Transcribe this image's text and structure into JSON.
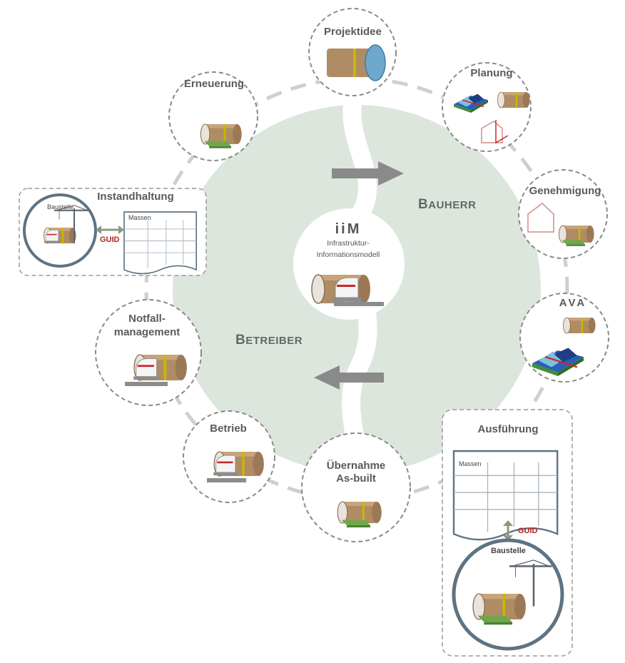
{
  "center": {
    "acronym": "iiM",
    "title_line1": "Infrastruktur-",
    "title_line2": "Informationsmodell"
  },
  "roles": {
    "bauherr": {
      "first": "B",
      "rest": "AUHERR"
    },
    "betreiber": {
      "first": "B",
      "rest": "ETREIBER"
    }
  },
  "phases": {
    "projektidee": "Projektidee",
    "planung": "Planung",
    "genehmigung": "Genehmigung",
    "ava": "AVA",
    "ausfuehrung": "Ausführung",
    "uebernahme_line1": "Übernahme",
    "uebernahme_line2": "As-built",
    "betrieb": "Betrieb",
    "notfall_line1": "Notfall-",
    "notfall_line2": "management",
    "instandhaltung": "Instandhaltung",
    "erneuerung": "Erneuerung"
  },
  "details": {
    "baustelle": "Baustelle",
    "massen": "Massen",
    "guid": "GUID"
  },
  "colors": {
    "ring": "#dce6dd",
    "ring_stroke": "#c9d6cb",
    "dash": "#cfcfcf",
    "arrow": "#8a8a8a",
    "tunnel": "#b08c64",
    "tunnel_dark": "#8f6e4d",
    "band": "#c9b800",
    "guid_red": "#b32020",
    "frame_blue": "#5d7382"
  }
}
